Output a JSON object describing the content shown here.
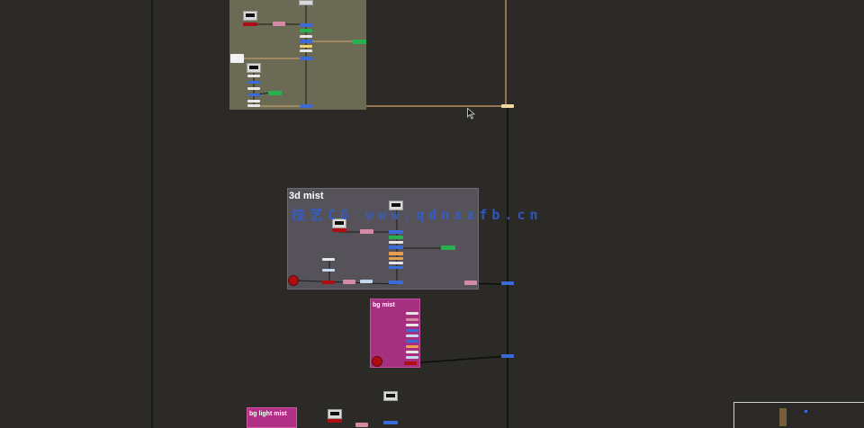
{
  "app": {
    "name": "Nuke node graph"
  },
  "backdrops": {
    "top_group": {
      "label": "",
      "color": "#6b6a55"
    },
    "mist_group": {
      "label": "3d mist",
      "color": "#55525a"
    },
    "bg_group": {
      "label": "bg mist",
      "color": "#a5307f"
    },
    "bottom_group": {
      "label": "bg light mist",
      "color": "#b22f86"
    }
  },
  "watermark": {
    "text": "技艺CG  www.qdnxxfb.cn"
  },
  "colors": {
    "canvas": "#2b2a27",
    "wire": "#0f0f0f",
    "wire_selected": "#d4a86a",
    "merge_node": "#3a6bd9",
    "grade_node": "#d58aa8",
    "blur_node": "#28b04f",
    "read_node": "#b00d13",
    "pink_backdrop": "#a5307f"
  },
  "icons": {
    "viewer": "viewer-icon",
    "read": "read-node-icon",
    "cursor": "mouse-cursor-icon"
  }
}
